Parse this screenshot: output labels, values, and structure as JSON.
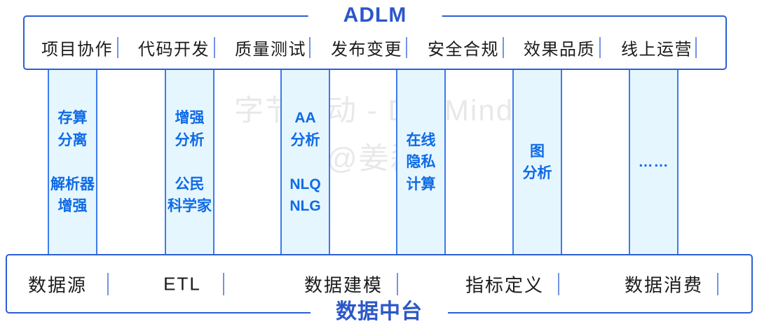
{
  "diagram": {
    "top_box": {
      "title": "ADLM",
      "items": [
        "项目协作",
        "代码开发",
        "质量测试",
        "发布变更",
        "安全合规",
        "效果品质",
        "线上运营"
      ]
    },
    "capability_columns": [
      {
        "label": "存算\n分离\n\n解析器\n增强"
      },
      {
        "label": "增强\n分析\n\n公民\n科学家"
      },
      {
        "label": "AA\n分析\n\nNLQ\nNLG"
      },
      {
        "label": "在线\n隐私\n计算"
      },
      {
        "label": "图\n分析"
      },
      {
        "label": "……"
      }
    ],
    "bottom_box": {
      "title": "数据中台",
      "items": [
        "数据源",
        "ETL",
        "数据建模",
        "指标定义",
        "数据消费"
      ]
    },
    "watermark": {
      "line1": "字节跳动 - DevMind",
      "line2": "@姜磊"
    },
    "colors": {
      "box_border": "#2d5fd3",
      "legend_text": "#2b57c8",
      "column_border": "#3c7bee",
      "column_fill": "#e6f6fe",
      "column_text": "#0e6be6",
      "item_text": "#1a1b1d",
      "divider": "#7394e4"
    }
  }
}
